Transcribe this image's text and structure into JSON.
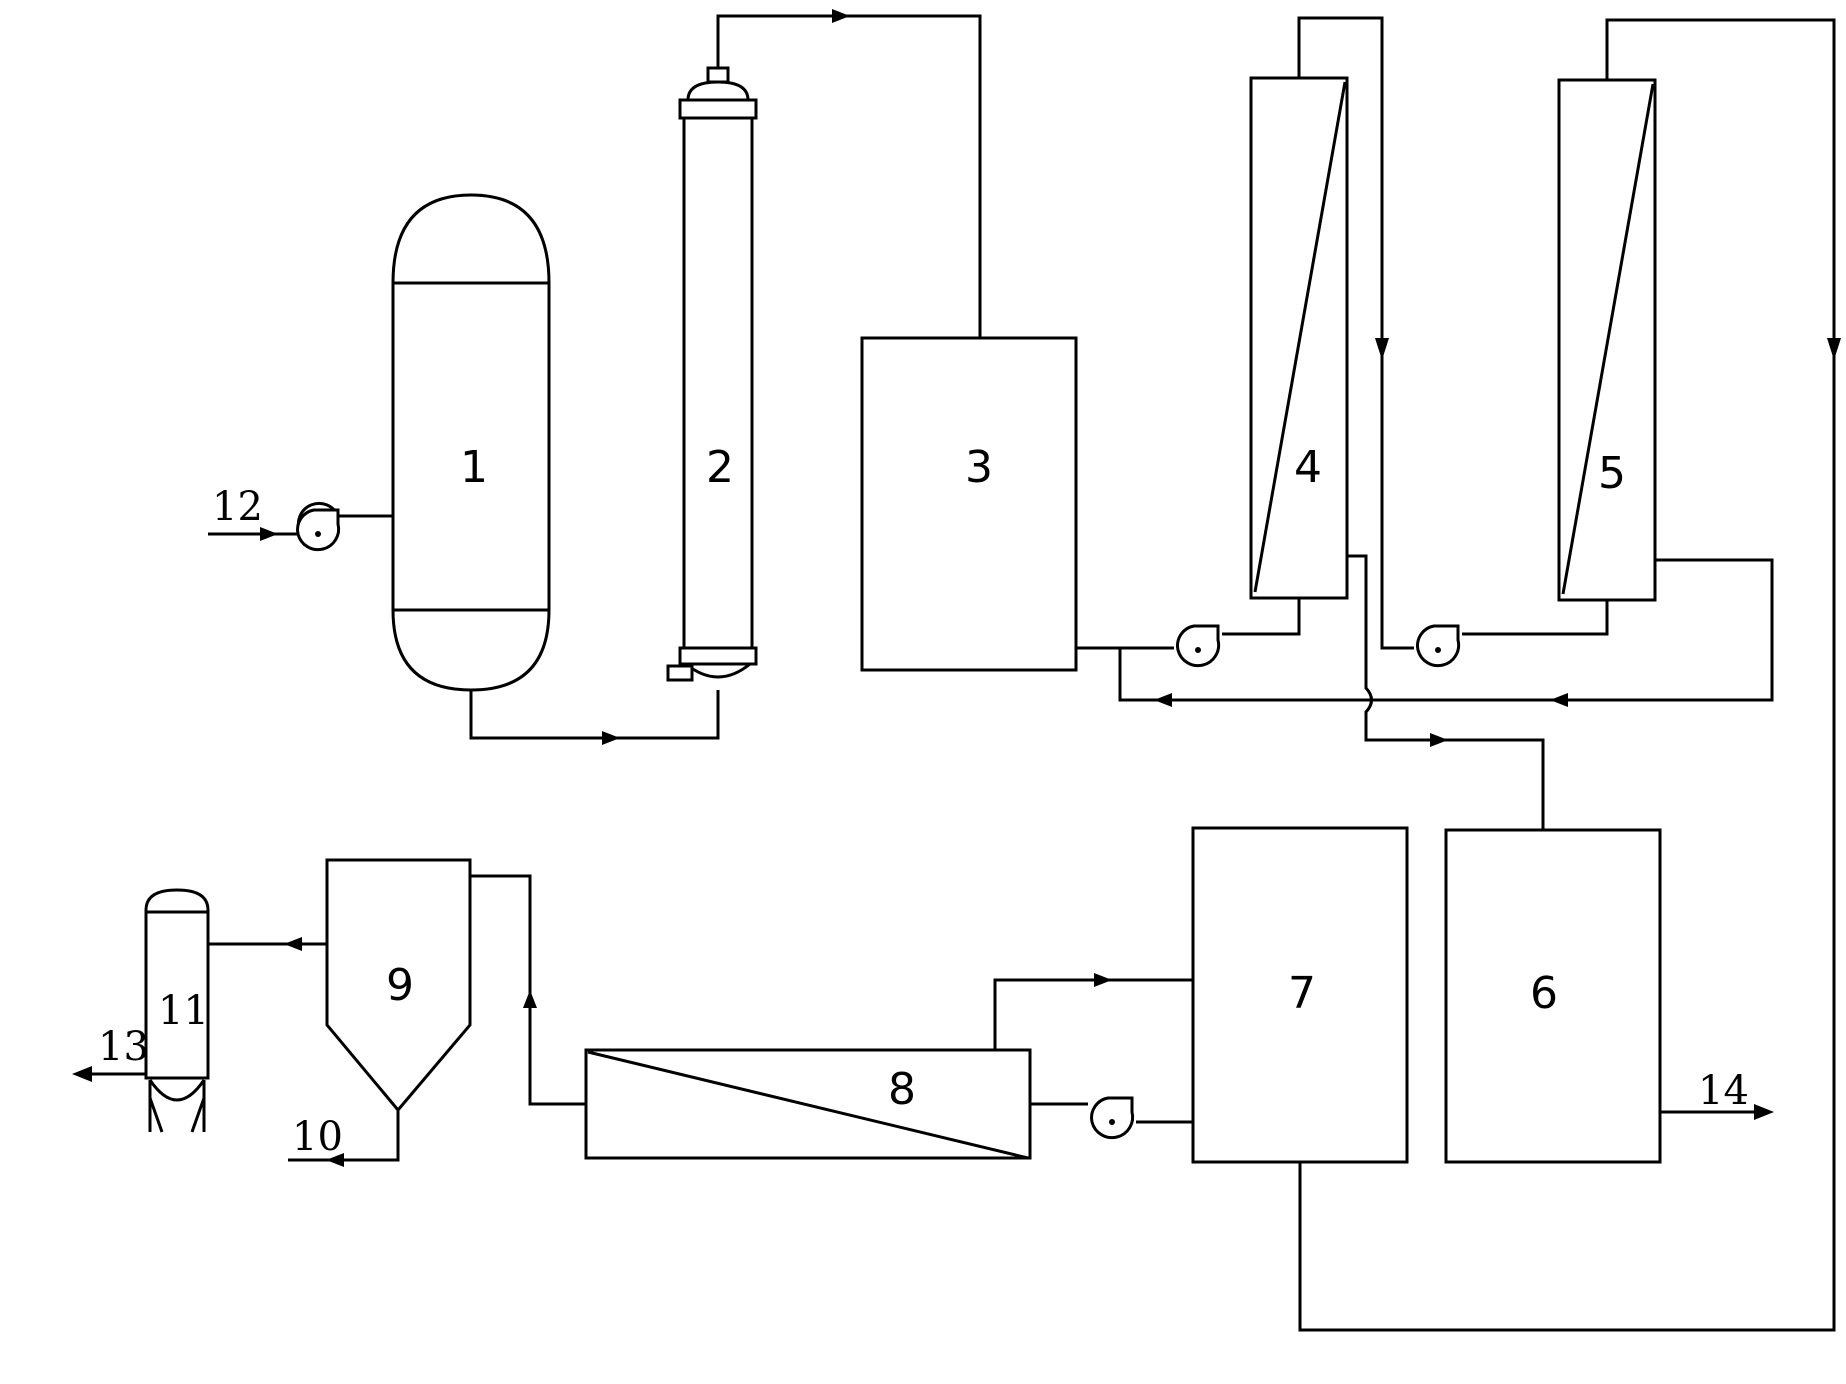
{
  "diagram": {
    "equipment": [
      {
        "id": "1",
        "label": "1"
      },
      {
        "id": "2",
        "label": "2"
      },
      {
        "id": "3",
        "label": "3"
      },
      {
        "id": "4",
        "label": "4"
      },
      {
        "id": "5",
        "label": "5"
      },
      {
        "id": "6",
        "label": "6"
      },
      {
        "id": "7",
        "label": "7"
      },
      {
        "id": "8",
        "label": "8"
      },
      {
        "id": "9",
        "label": "9"
      },
      {
        "id": "11",
        "label": "11"
      }
    ],
    "streams": [
      {
        "id": "10",
        "label": "10"
      },
      {
        "id": "12",
        "label": "12"
      },
      {
        "id": "13",
        "label": "13"
      },
      {
        "id": "14",
        "label": "14"
      }
    ],
    "colors": {
      "line": "#000000",
      "background": "#ffffff"
    },
    "icons": [
      "pump-icon",
      "arrow-icon"
    ]
  }
}
